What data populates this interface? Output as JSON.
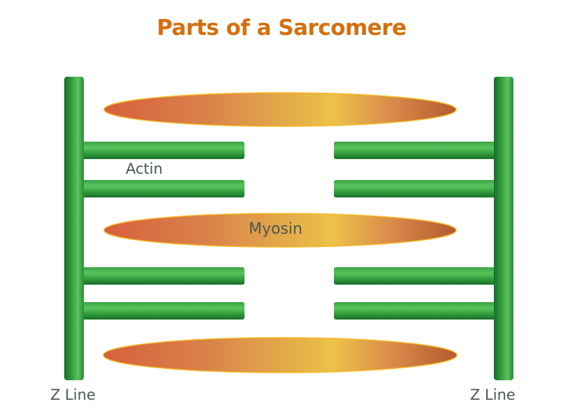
{
  "title": "Parts of a Sarcomere",
  "labels": {
    "actin": "Actin",
    "myosin": "Myosin",
    "z_line_left": "Z Line",
    "z_line_right": "Z Line"
  },
  "colors": {
    "title": "#d4700f",
    "label_text": "#4a5a4f",
    "actin_green_light": "#4fbf52",
    "actin_green_mid": "#2e9a3a",
    "actin_green_dark": "#1a6e2a",
    "myosin_orange": "#d8673f",
    "myosin_yellow": "#ebc24a",
    "myosin_brown": "#b45a30",
    "myosin_outline": "#f5b820"
  },
  "structure": {
    "z_lines": 2,
    "actin_filaments_per_side": 4,
    "myosin_filaments": 3
  }
}
